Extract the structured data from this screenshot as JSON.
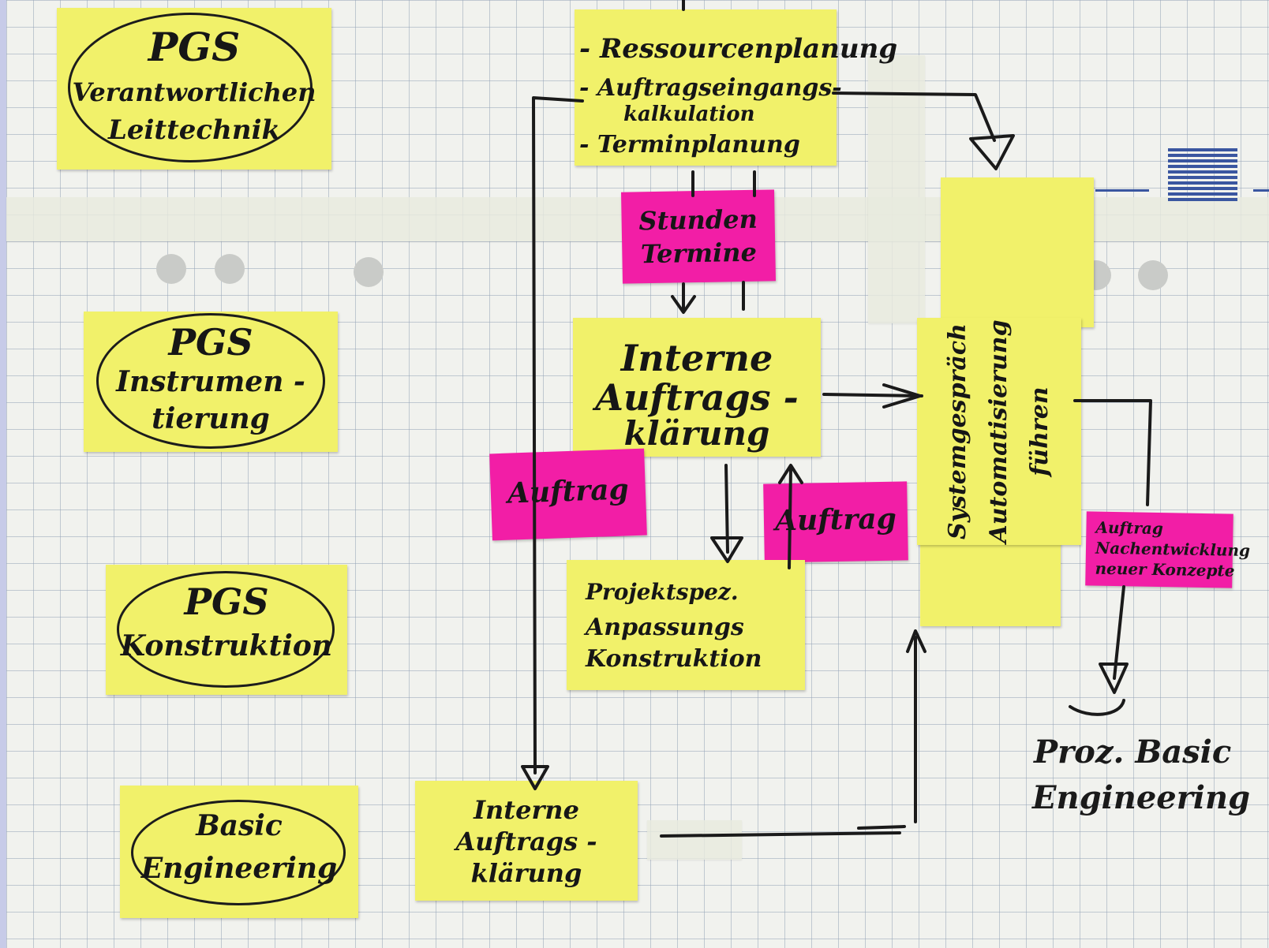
{
  "notes": {
    "pgs_leittechnik": {
      "line1": "PGS",
      "line2": "Verantwortlichen",
      "line3": "Leittechnik"
    },
    "pgs_instrumentierung": {
      "line1": "PGS",
      "line2": "Instrumen -",
      "line3": "tierung"
    },
    "pgs_konstruktion": {
      "line1": "PGS",
      "line2": "Konstruktion"
    },
    "basic_engineering": {
      "line1": "Basic",
      "line2": "Engineering"
    },
    "planning": {
      "line1": "- Ressourcenplanung",
      "line2": "- Auftragseingangs-",
      "line3": "kalkulation",
      "line4": "- Terminplanung"
    },
    "stunden": {
      "line1": "Stunden",
      "line2": "Termine"
    },
    "interne_klaerung": {
      "line1": "Interne",
      "line2": "Auftrags -",
      "line3": "klärung"
    },
    "auftrag_a": "Auftrag",
    "auftrag_b": "Auftrag",
    "projektspez": {
      "line1": "Projektspez.",
      "line2": "Anpassungs",
      "line3": "Konstruktion"
    },
    "interne_klaerung_b": {
      "line1": "Interne",
      "line2": "Auftrags -",
      "line3": "klärung"
    },
    "systemgespraech": {
      "line1": "Systemgespräch",
      "line2": "Automatisierung",
      "line3": "führen"
    },
    "nachentwicklung": {
      "line1": "Auftrag",
      "line2": "Nachentwicklung",
      "line3": "neuer Konzepte"
    }
  },
  "free_text": {
    "line1": "Proz. Basic",
    "line2": "Engineering"
  },
  "colors": {
    "yellow_note": "#f1f16a",
    "pink_note": "#f21ea6",
    "paper": "#f1f2ee",
    "background": "#c7cbe8"
  }
}
